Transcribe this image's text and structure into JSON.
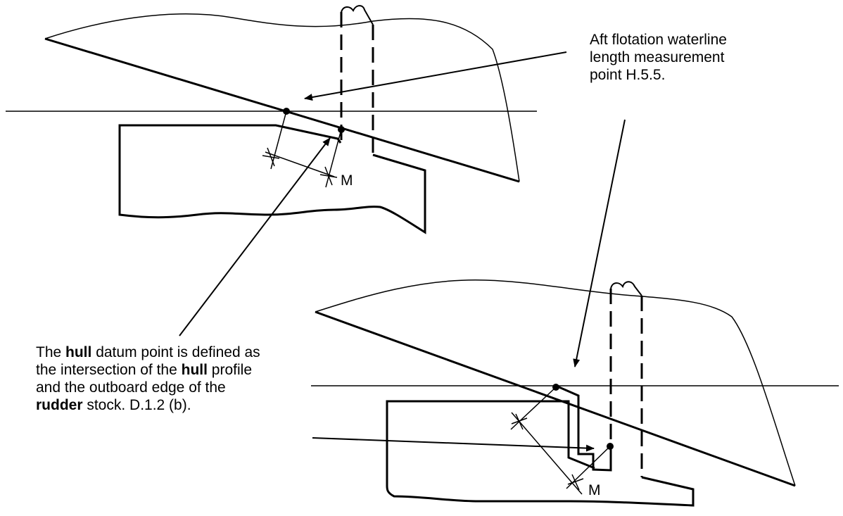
{
  "labels": {
    "m_upper": "M",
    "m_lower": "M"
  },
  "notes": {
    "aft_flotation": "Aft flotation waterline\nlength measurement\npoint H.5.5.",
    "hull_datum": [
      {
        "text": "The ",
        "bold": false
      },
      {
        "text": "hull",
        "bold": true
      },
      {
        "text": " datum point is defined as the intersection of the ",
        "bold": false
      },
      {
        "text": "hull",
        "bold": true
      },
      {
        "text": " profile and the outboard edge of the ",
        "bold": false
      },
      {
        "text": "rudder",
        "bold": true
      },
      {
        "text": " stock. D.1.2 (b).",
        "bold": false
      }
    ]
  },
  "colors": {
    "ink": "#000000",
    "background": "#ffffff"
  }
}
